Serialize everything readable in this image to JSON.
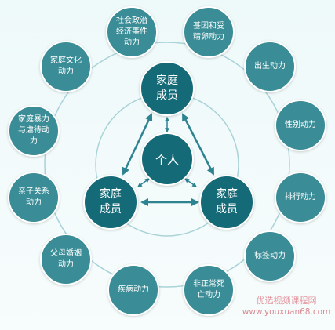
{
  "center": {
    "label": "个人"
  },
  "family_members": [
    {
      "id": "top",
      "label": "家庭成员"
    },
    {
      "id": "left",
      "label": "家庭成员"
    },
    {
      "id": "right",
      "label": "家庭成员"
    }
  ],
  "forces": [
    "社会政治经济事件动力",
    "基因和受精卵动力",
    "出生动力",
    "性别动力",
    "排行动力",
    "标签动力",
    "非正常死亡动力",
    "疾病动力",
    "父母婚姻动力",
    "亲子关系动力",
    "家庭暴力与虐待动力",
    "家庭文化动力"
  ],
  "watermark": {
    "line1": "优选视频课程网",
    "line2": "www.youxuan68.com"
  },
  "colors": {
    "outer_node": "#3a8c96",
    "inner_node": "#156a77",
    "ring": "#a9d3d8",
    "arrow": "#2e8390"
  }
}
